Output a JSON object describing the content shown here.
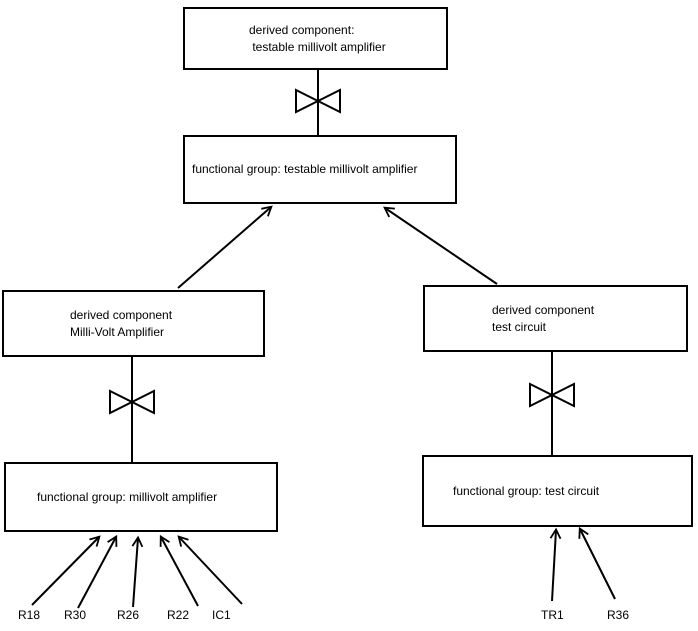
{
  "nodes": {
    "derived_testable": {
      "line1": "derived component:",
      "line2": " testable millivolt amplifier"
    },
    "fg_testable": {
      "label": "functional group: testable millivolt amplifier"
    },
    "derived_millivolt": {
      "line1": "derived component",
      "line2": "Milli-Volt Amplifier"
    },
    "derived_test": {
      "line1": "derived component",
      "line2": "test circuit"
    },
    "fg_millivolt": {
      "label": "functional group: millivolt amplifier"
    },
    "fg_test": {
      "label": "functional group: test circuit"
    }
  },
  "components": {
    "millivolt_amplifier": [
      "R18",
      "R30",
      "R26",
      "R22",
      "IC1"
    ],
    "test_circuit": [
      "TR1",
      "R36"
    ]
  },
  "colors": {
    "background": "#ffffff",
    "line": "#000000",
    "text": "#000000"
  }
}
